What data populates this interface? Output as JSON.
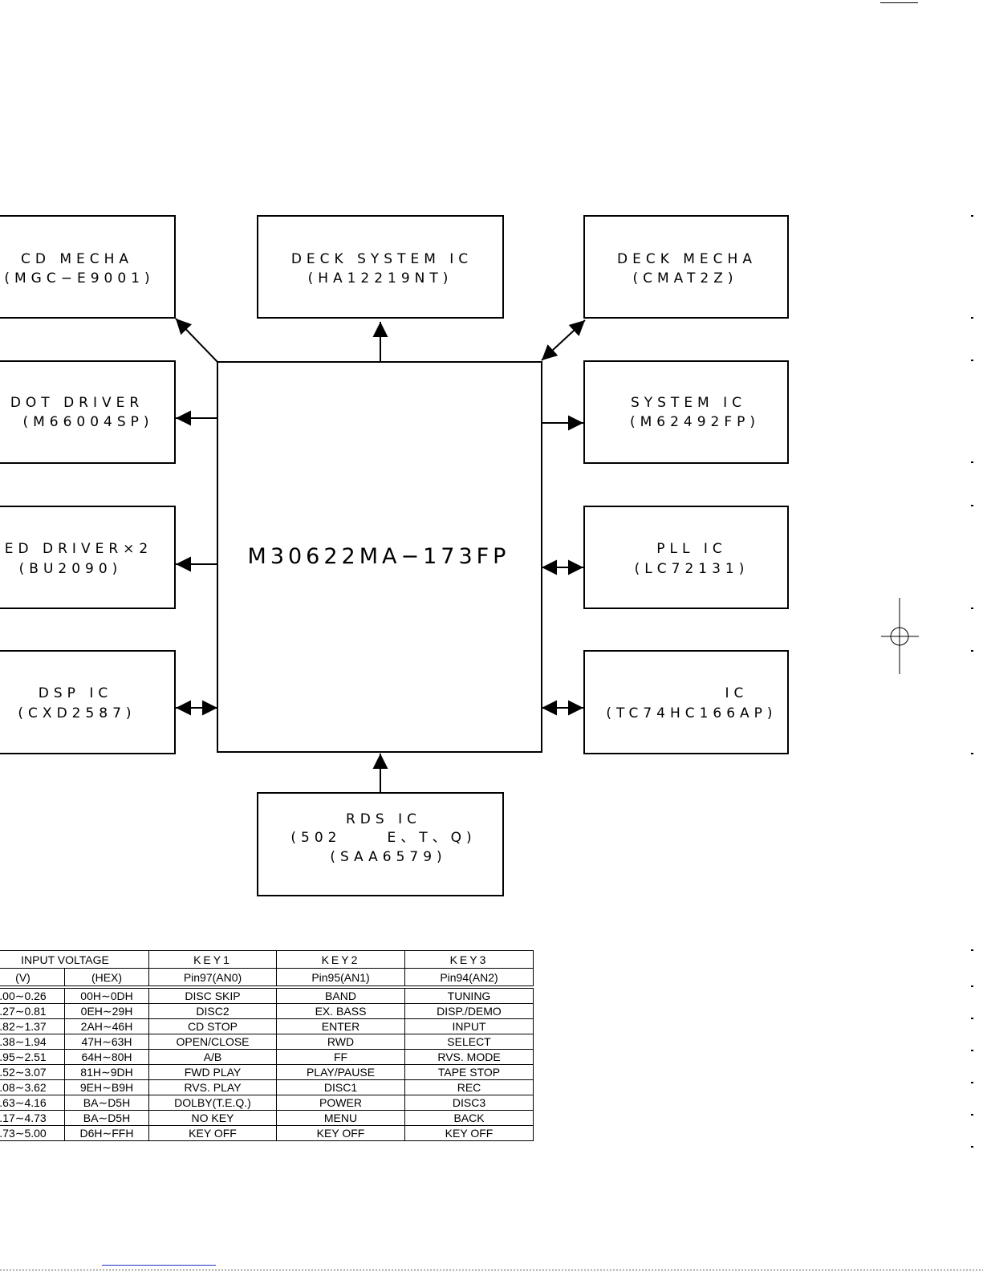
{
  "diagram": {
    "main_ic": "M30622MA−173FP",
    "blocks": {
      "cd_mecha": [
        "CD MECHA",
        "(MGC−E9001)"
      ],
      "deck_system_ic": [
        "DECK SYSTEM IC",
        "(HA12219NT)"
      ],
      "deck_mecha": [
        "DECK MECHA",
        "(CMAT2Z)"
      ],
      "dot_driver": [
        "DOT DRIVER",
        "(M66004SP)"
      ],
      "system_ic": [
        "SYSTEM IC",
        "(M62492FP)"
      ],
      "led_driver": [
        "ED DRIVER×2",
        "(BU2090)"
      ],
      "pll_ic": [
        "PLL IC",
        "(LC72131)"
      ],
      "dsp_ic": [
        "DSP IC",
        "(CXD2587)"
      ],
      "tc_ic": [
        "IC",
        "(TC74HC166AP)"
      ],
      "rds_ic": [
        "RDS IC",
        "(502     E、T、Q)",
        "(SAA6579)"
      ]
    }
  },
  "key_table": {
    "header": {
      "input_voltage": "INPUT VOLTAGE",
      "v": "(V)",
      "hex": "(HEX)",
      "key1": "KEY1",
      "key2": "KEY2",
      "key3": "KEY3",
      "pin1": "Pin97(AN0)",
      "pin2": "Pin95(AN1)",
      "pin3": "Pin94(AN2)"
    },
    "rows": [
      [
        ".00∼0.26",
        "00H∼0DH",
        "DISC SKIP",
        "BAND",
        "TUNING"
      ],
      [
        ".27∼0.81",
        "0EH∼29H",
        "DISC2",
        "EX. BASS",
        "DISP./DEMO"
      ],
      [
        ".82∼1.37",
        "2AH∼46H",
        "CD STOP",
        "ENTER",
        "INPUT"
      ],
      [
        ".38∼1.94",
        "47H∼63H",
        "OPEN/CLOSE",
        "RWD",
        "SELECT"
      ],
      [
        ".95∼2.51",
        "64H∼80H",
        "A/B",
        "FF",
        "RVS. MODE"
      ],
      [
        ".52∼3.07",
        "81H∼9DH",
        "FWD PLAY",
        "PLAY/PAUSE",
        "TAPE STOP"
      ],
      [
        ".08∼3.62",
        "9EH∼B9H",
        "RVS. PLAY",
        "DISC1",
        "REC"
      ],
      [
        ".63∼4.16",
        "BA∼D5H",
        "DOLBY(T.E.Q.)",
        "POWER",
        "DISC3"
      ],
      [
        ".17∼4.73",
        "BA∼D5H",
        "NO KEY",
        "MENU",
        "BACK"
      ],
      [
        ".73∼5.00",
        "D6H∼FFH",
        "KEY OFF",
        "KEY OFF",
        "KEY OFF"
      ]
    ]
  }
}
